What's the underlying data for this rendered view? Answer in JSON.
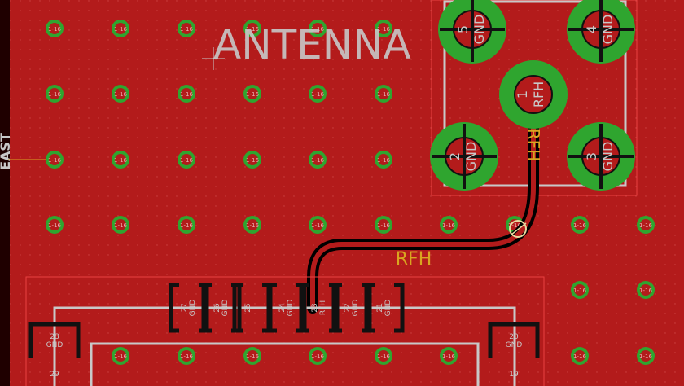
{
  "board": {
    "background_color": "#1f0000",
    "copper_color": "#b31b1b",
    "via_ring_color": "#2fa52f",
    "via_hole_color": "#b31b1b",
    "silk_color": "#c8c8c8",
    "trace_color": "#000000",
    "net_label_color": "#d9a520",
    "side_label": "EAST",
    "via_label": "1-16"
  },
  "antenna": {
    "title": "ANTENNA",
    "net_label_vertical": "RFH",
    "pads": [
      {
        "number": "5",
        "net": "GND"
      },
      {
        "number": "4",
        "net": "GND"
      },
      {
        "number": "1",
        "net": "RFH"
      },
      {
        "number": "2",
        "net": "GND"
      },
      {
        "number": "3",
        "net": "GND"
      }
    ]
  },
  "trace": {
    "net_label": "RFH"
  },
  "module": {
    "smd_pads": [
      {
        "number": "27",
        "net": "GND"
      },
      {
        "number": "26",
        "net": "GND"
      },
      {
        "number": "25",
        "net": ""
      },
      {
        "number": "24",
        "net": "GND"
      },
      {
        "number": "23",
        "net": "RFH"
      },
      {
        "number": "22",
        "net": "GND"
      },
      {
        "number": "21",
        "net": "GND"
      }
    ],
    "corner_pads": [
      {
        "top": "28",
        "net": "GND",
        "bottom": "29"
      },
      {
        "top": "20",
        "net": "GND",
        "bottom": "19"
      }
    ]
  }
}
